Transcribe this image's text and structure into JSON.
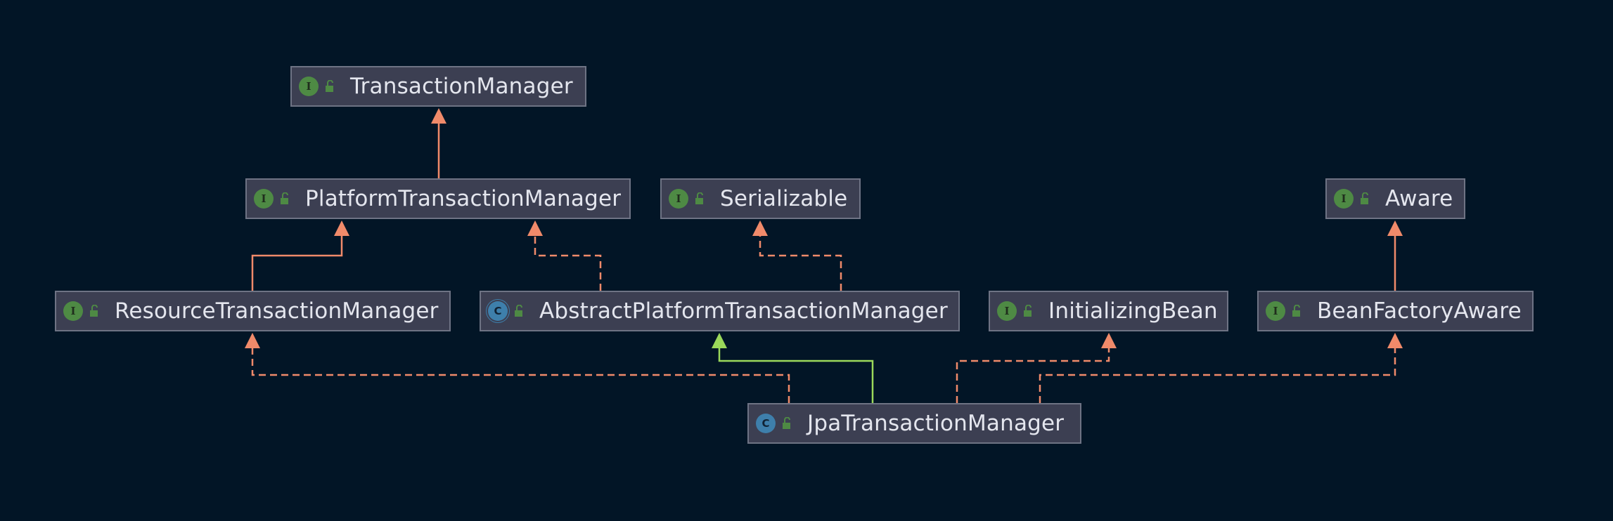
{
  "diagram": {
    "colors": {
      "background": "#021526",
      "node_fill": "#3c3f52",
      "node_border": "#6e7384",
      "text": "#e4e6ee",
      "implements_edge": "#f08a6a",
      "extends_edge": "#9bd85a",
      "interface_badge": "#4e8a44",
      "class_badge": "#3e7fab"
    },
    "nodes": [
      {
        "id": "transaction-manager",
        "label": "TransactionManager",
        "kind": "interface",
        "badge": "I",
        "visibility_icon": "unlock-icon"
      },
      {
        "id": "platform-transaction-manager",
        "label": "PlatformTransactionManager",
        "kind": "interface",
        "badge": "I",
        "visibility_icon": "unlock-icon"
      },
      {
        "id": "serializable",
        "label": "Serializable",
        "kind": "interface",
        "badge": "I",
        "visibility_icon": "unlock-icon"
      },
      {
        "id": "aware",
        "label": "Aware",
        "kind": "interface",
        "badge": "I",
        "visibility_icon": "unlock-icon"
      },
      {
        "id": "resource-transaction-manager",
        "label": "ResourceTransactionManager",
        "kind": "interface",
        "badge": "I",
        "visibility_icon": "unlock-icon"
      },
      {
        "id": "abstract-platform-transaction-manager",
        "label": "AbstractPlatformTransactionManager",
        "kind": "abstract",
        "badge": "C",
        "visibility_icon": "unlock-icon"
      },
      {
        "id": "initializing-bean",
        "label": "InitializingBean",
        "kind": "interface",
        "badge": "I",
        "visibility_icon": "unlock-icon"
      },
      {
        "id": "bean-factory-aware",
        "label": "BeanFactoryAware",
        "kind": "interface",
        "badge": "I",
        "visibility_icon": "unlock-icon"
      },
      {
        "id": "jpa-transaction-manager",
        "label": "JpaTransactionManager",
        "kind": "class",
        "badge": "C",
        "visibility_icon": "unlock-icon"
      }
    ],
    "edges": [
      {
        "from": "platform-transaction-manager",
        "to": "transaction-manager",
        "type": "interface-extends",
        "style": "solid"
      },
      {
        "from": "resource-transaction-manager",
        "to": "platform-transaction-manager",
        "type": "interface-extends",
        "style": "solid"
      },
      {
        "from": "abstract-platform-transaction-manager",
        "to": "platform-transaction-manager",
        "type": "implements",
        "style": "dashed"
      },
      {
        "from": "abstract-platform-transaction-manager",
        "to": "serializable",
        "type": "implements",
        "style": "dashed"
      },
      {
        "from": "bean-factory-aware",
        "to": "aware",
        "type": "interface-extends",
        "style": "solid"
      },
      {
        "from": "jpa-transaction-manager",
        "to": "resource-transaction-manager",
        "type": "implements",
        "style": "dashed"
      },
      {
        "from": "jpa-transaction-manager",
        "to": "abstract-platform-transaction-manager",
        "type": "extends",
        "style": "solid"
      },
      {
        "from": "jpa-transaction-manager",
        "to": "initializing-bean",
        "type": "implements",
        "style": "dashed"
      },
      {
        "from": "jpa-transaction-manager",
        "to": "bean-factory-aware",
        "type": "implements",
        "style": "dashed"
      }
    ]
  }
}
